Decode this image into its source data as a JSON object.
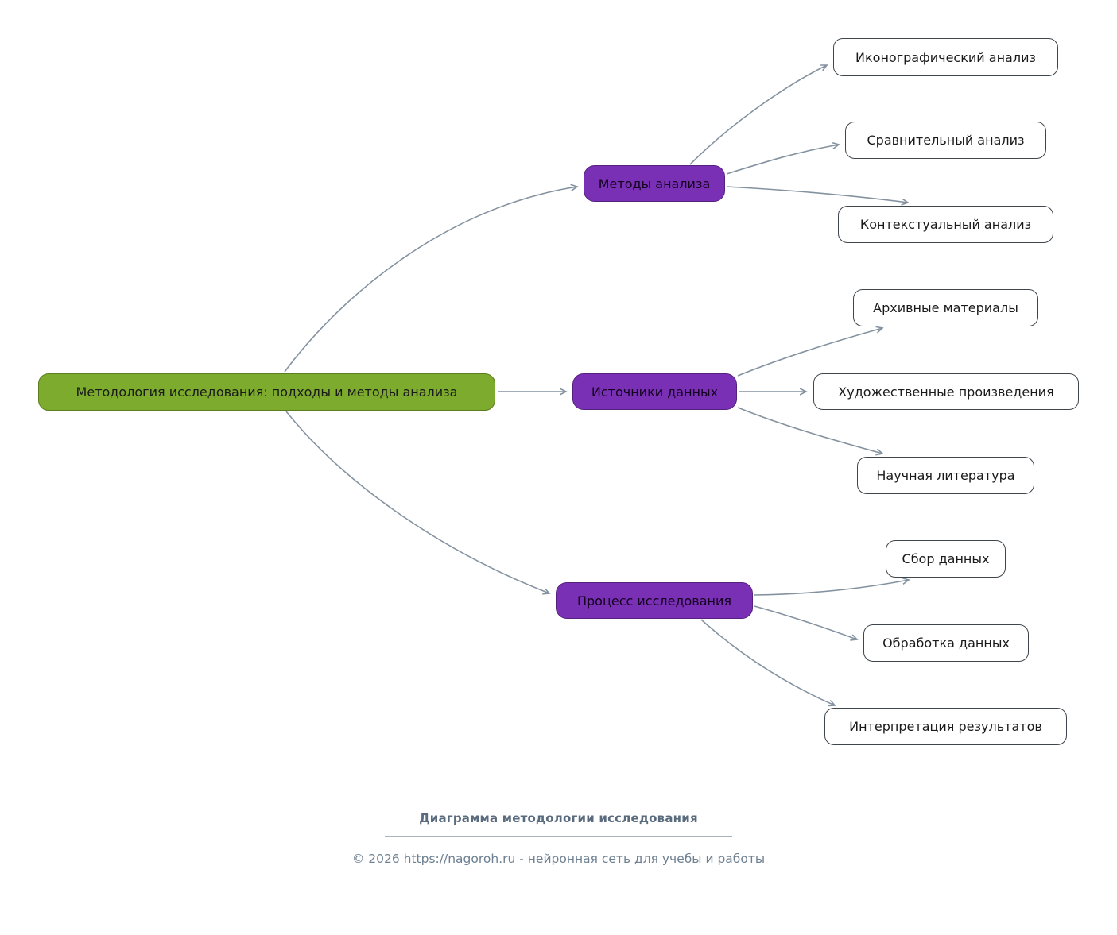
{
  "diagram": {
    "root": "Методология исследования: подходы и методы анализа",
    "branches": [
      {
        "label": "Методы анализа",
        "children": [
          "Иконографический анализ",
          "Сравнительный анализ",
          "Контекстуальный анализ"
        ]
      },
      {
        "label": "Источники данных",
        "children": [
          "Архивные материалы",
          "Художественные произведения",
          "Научная литература"
        ]
      },
      {
        "label": "Процесс исследования",
        "children": [
          "Сбор данных",
          "Обработка данных",
          "Интерпретация результатов"
        ]
      }
    ]
  },
  "footer": {
    "caption": "Диаграмма методологии исследования",
    "copyright": "© 2026 https://nagoroh.ru - нейронная сеть для учебы и работы"
  },
  "colors": {
    "root_fill": "#7cab2d",
    "branch_fill": "#7a30b5",
    "leaf_fill": "#ffffff",
    "edge": "#8492a0"
  }
}
